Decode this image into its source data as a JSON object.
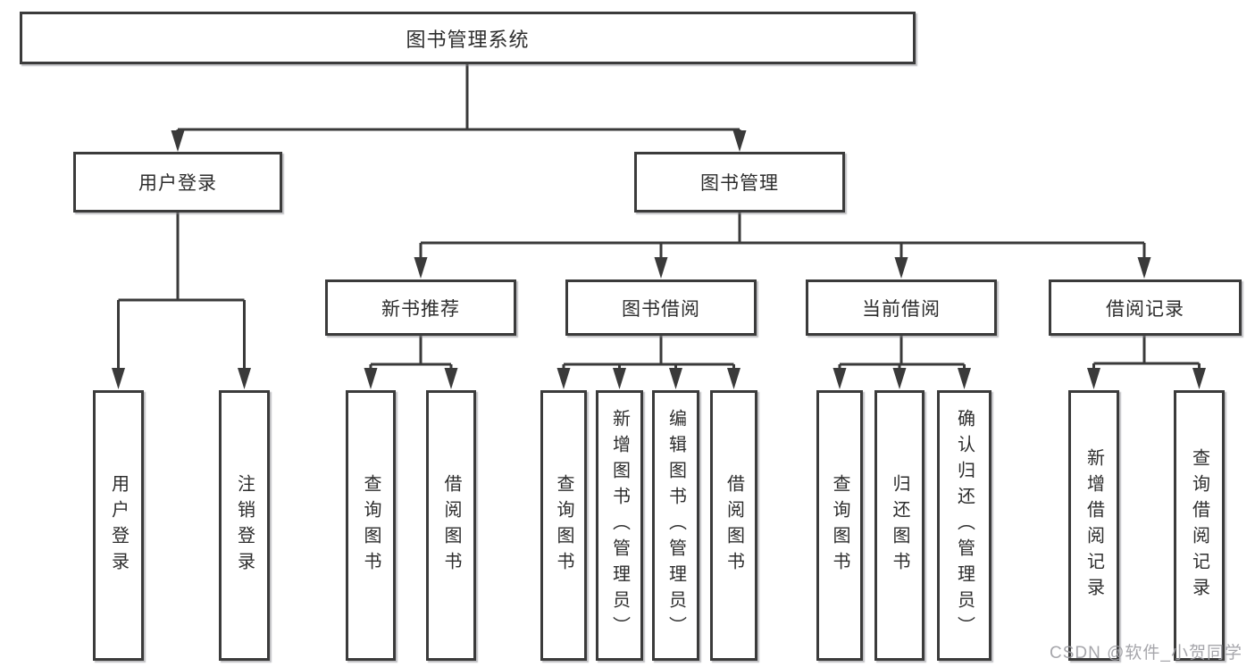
{
  "tree": {
    "root": {
      "label": "图书管理系统"
    },
    "branches": [
      {
        "label": "用户登录",
        "children": [
          {
            "label": "用户登录"
          },
          {
            "label": "注销登录"
          }
        ]
      },
      {
        "label": "图书管理",
        "children": [
          {
            "label": "新书推荐",
            "children": [
              {
                "label": "查询图书"
              },
              {
                "label": "借阅图书"
              }
            ]
          },
          {
            "label": "图书借阅",
            "children": [
              {
                "label": "查询图书"
              },
              {
                "label": "新增图书（管理员）"
              },
              {
                "label": "编辑图书（管理员）"
              },
              {
                "label": "借阅图书"
              }
            ]
          },
          {
            "label": "当前借阅",
            "children": [
              {
                "label": "查询图书"
              },
              {
                "label": "归还图书"
              },
              {
                "label": "确认归还（管理员）"
              }
            ]
          },
          {
            "label": "借阅记录",
            "children": [
              {
                "label": "新增借阅记录"
              },
              {
                "label": "查询借阅记录"
              }
            ]
          }
        ]
      }
    ]
  },
  "watermark": {
    "text": "CSDN @软件_小贺同学"
  },
  "colors": {
    "line": "#3a3a3a",
    "border": "#3b3b3b",
    "text": "#2d2d2d",
    "watermark": "#9e9ea4"
  }
}
